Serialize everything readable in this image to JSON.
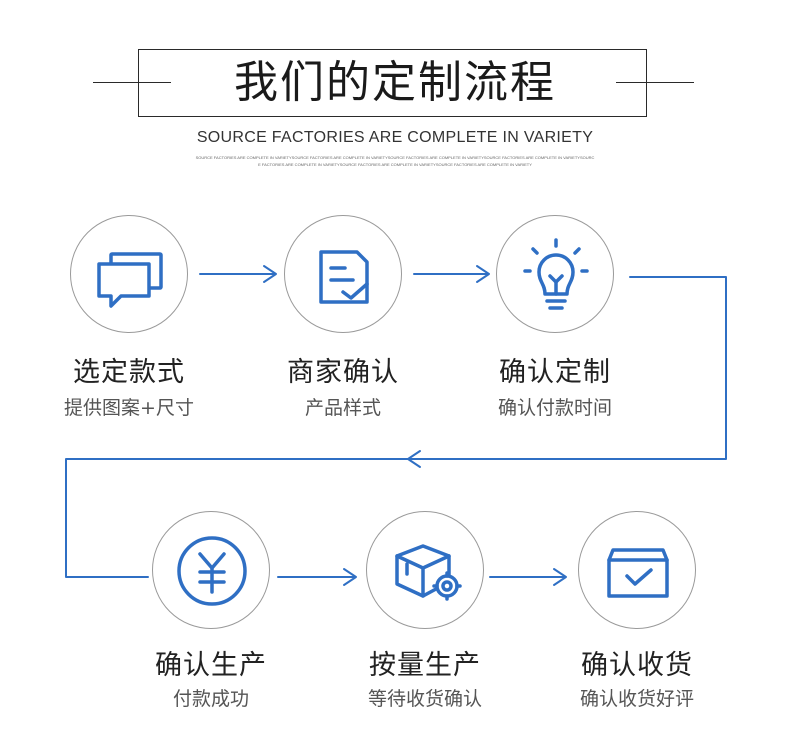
{
  "header": {
    "title": "我们的定制流程",
    "subtitle": "SOURCE FACTORIES ARE COMPLETE IN VARIETY",
    "tiny_line_1": "SOURCE FACTORIES ARE COMPLETE IN VARIETYSOURCE FACTORIES ARE COMPLETE IN VARIETYSOURCE FACTORIES ARE COMPLETE IN VARIETYSOURCE FACTORIES ARE COMPLETE IN VARIETYSOURC",
    "tiny_line_2": "E FACTORIES ARE COMPLETE IN VARIETYSOURCE FACTORIES ARE COMPLETE IN VARIETYSOURCE FACTORIES ARE COMPLETE IN VARIETY"
  },
  "colors": {
    "accent": "#2f6fc4",
    "circle_border": "#9a9a9a",
    "text": "#222222"
  },
  "steps": [
    {
      "icon": "chat-bubbles-icon",
      "label": "选定款式",
      "sub": "提供图案+尺寸"
    },
    {
      "icon": "document-check-icon",
      "label": "商家确认",
      "sub": "产品样式"
    },
    {
      "icon": "lightbulb-icon",
      "label": "确认定制",
      "sub": "确认付款时间"
    },
    {
      "icon": "yen-coin-icon",
      "label": "确认生产",
      "sub": "付款成功"
    },
    {
      "icon": "box-gear-icon",
      "label": "按量生产",
      "sub": "等待收货确认"
    },
    {
      "icon": "inbox-check-icon",
      "label": "确认收货",
      "sub": "确认收货好评"
    }
  ]
}
